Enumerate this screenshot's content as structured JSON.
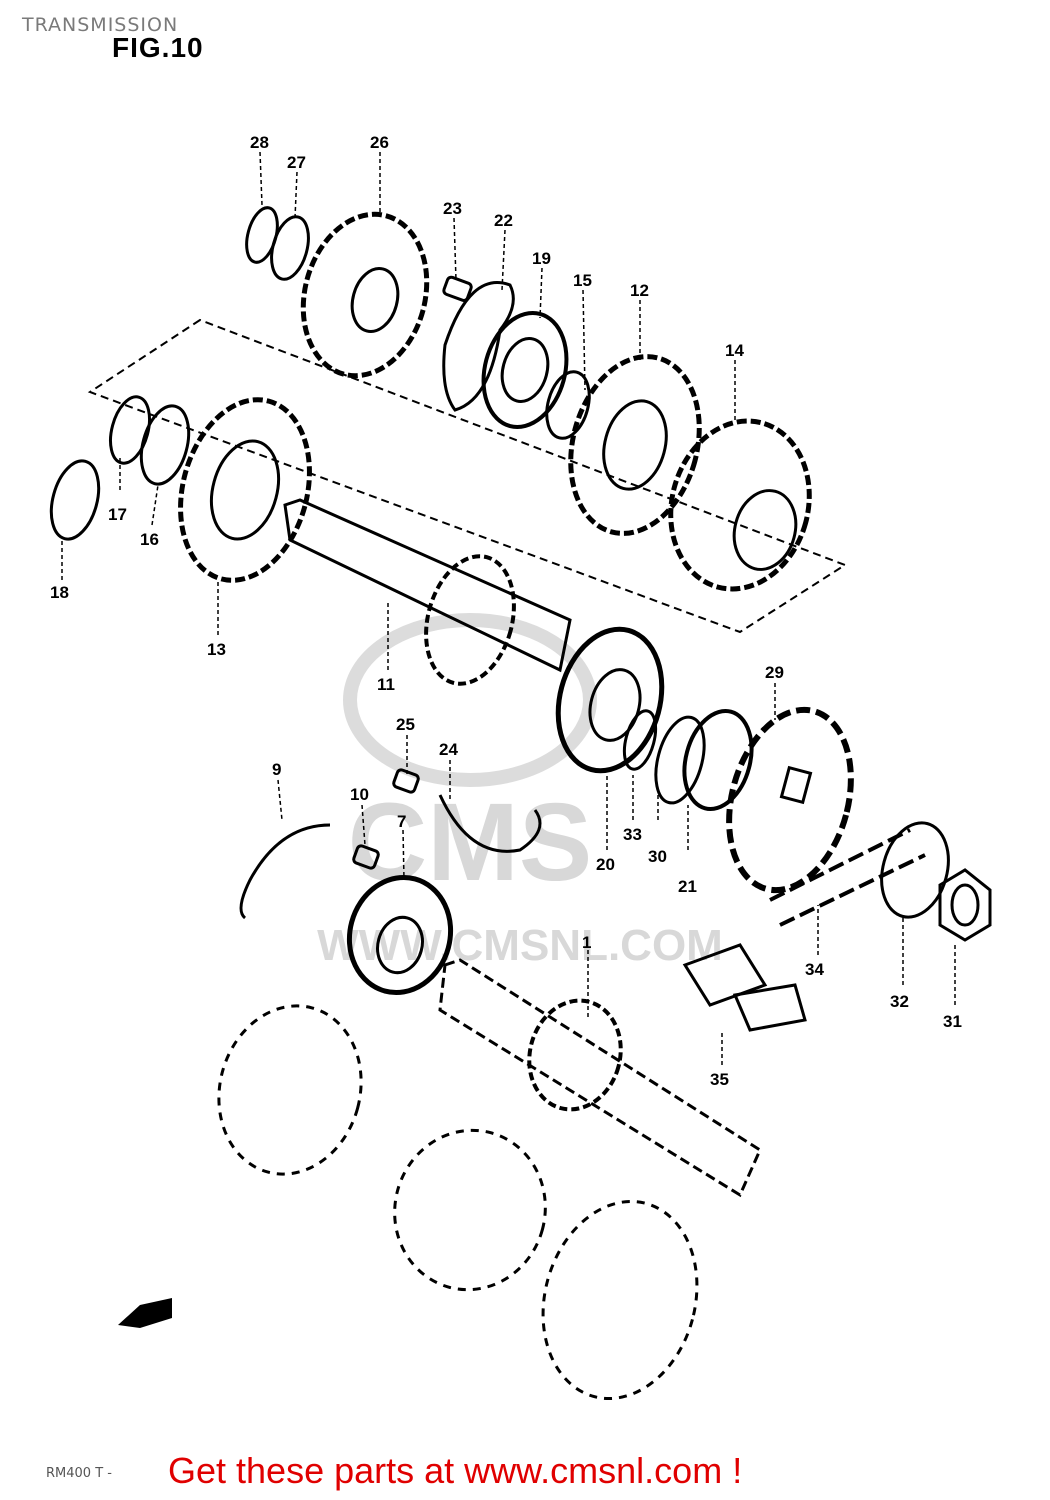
{
  "header": {
    "section_title": "TRANSMISSION",
    "figure_label": "FIG.10"
  },
  "watermark": {
    "logo_text": "CMS",
    "url_text": "WWW.CMSNL.COM"
  },
  "callouts": {
    "p1": "1",
    "p7": "7",
    "p9": "9",
    "p10": "10",
    "p11": "11",
    "p12": "12",
    "p13": "13",
    "p14": "14",
    "p15": "15",
    "p16": "16",
    "p17": "17",
    "p18": "18",
    "p19": "19",
    "p20": "20",
    "p21": "21",
    "p22": "22",
    "p23": "23",
    "p24": "24",
    "p25": "25",
    "p26": "26",
    "p27": "27",
    "p28": "28",
    "p29": "29",
    "p30": "30",
    "p31": "31",
    "p32": "32",
    "p33": "33",
    "p34": "34",
    "p35": "35"
  },
  "footer": {
    "page_code": "RM400 T -",
    "cta_text": "Get these parts at www.cmsnl.com !"
  },
  "colors": {
    "line": "#000000",
    "watermark": "#d8d8d8",
    "cta": "#e00000"
  }
}
